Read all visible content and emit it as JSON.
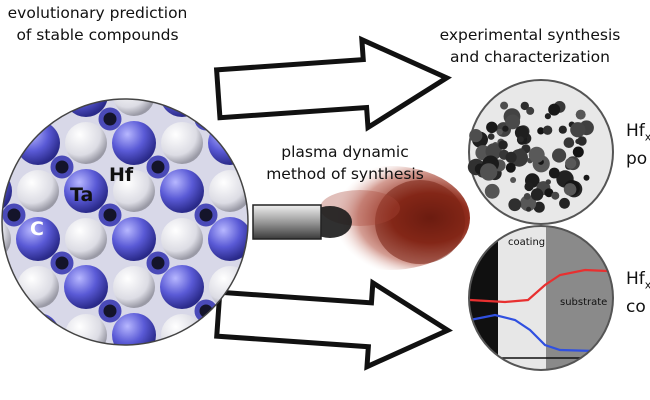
{
  "left_heading": [
    "evolutionary prediction",
    "of stable compounds"
  ],
  "right_heading": [
    "experimental synthesis",
    "and characterization"
  ],
  "center_heading": [
    "plasma dynamic",
    "method of synthesis"
  ],
  "atom_labels": {
    "hf": "Hf",
    "ta": "Ta",
    "c": "C"
  },
  "top_result_label": {
    "main": "Hf",
    "sub": "x",
    "rest": "po"
  },
  "bottom_result_label": {
    "main": "Hf",
    "sub": "x",
    "rest": "co"
  },
  "coating_label": "coating",
  "substrate_label": "substrate",
  "colors": {
    "atom_large": "#5a5ad6",
    "atom_white": "#e9e9ee",
    "carbon": "#1a1a2e",
    "plasma": "#8a2a1a",
    "trace_red": "#e83030",
    "trace_blue": "#3050e0"
  }
}
